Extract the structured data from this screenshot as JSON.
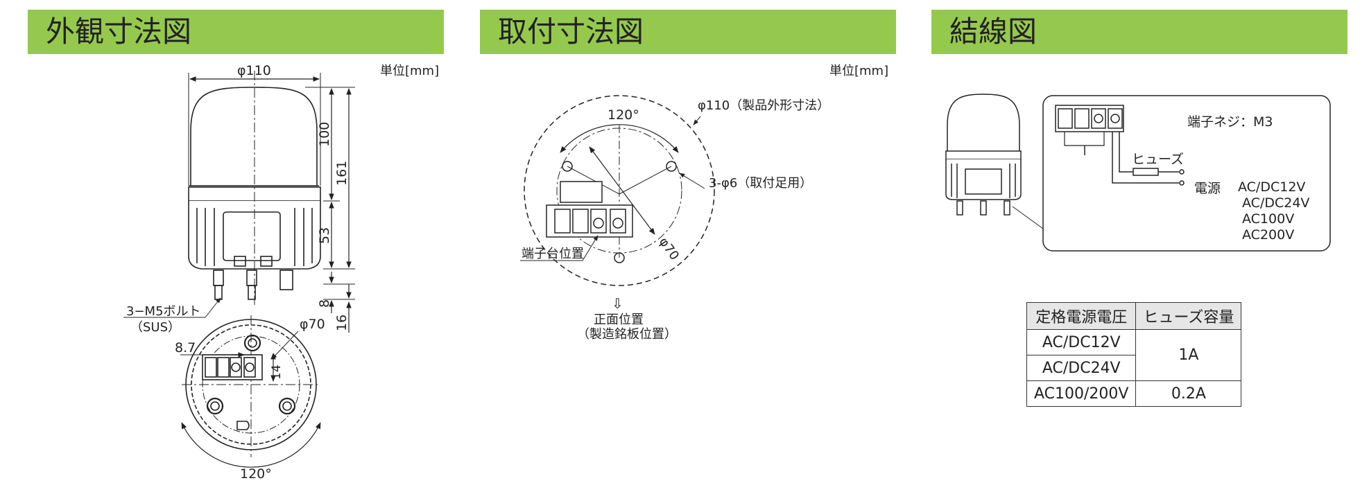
{
  "headers": {
    "external": "外観寸法図",
    "mounting": "取付寸法図",
    "wiring": "結線図"
  },
  "unit_label": "単位[mm]",
  "external_dims": {
    "phi110": "φ110",
    "d100": "100",
    "d161": "161",
    "d53": "53",
    "d8": "8",
    "d16": "16",
    "bolt": "3−M5ボルト",
    "sus": "（SUS）",
    "phi70": "φ70",
    "d8_7": "8.7",
    "d14": "14",
    "a120": "120°"
  },
  "mounting_dims": {
    "phi110_outer": "φ110（製品外形寸法）",
    "a120": "120°",
    "holes": "3-φ6（取付足用）",
    "phi70": "φ70",
    "terminal_pos": "端子台位置",
    "front_1": "正面位置",
    "front_2": "（製造銘板位置）",
    "arrow": "⇩"
  },
  "wiring": {
    "screw": "端子ネジ：M3",
    "fuse": "ヒューズ",
    "power": "電源",
    "v1": "AC/DC12V",
    "v2": "AC/DC24V",
    "v3": "AC100V",
    "v4": "AC200V"
  },
  "fuse_table": {
    "headers": [
      "定格電源電圧",
      "ヒューズ容量"
    ],
    "rows": [
      {
        "voltage": "AC/DC12V",
        "capacity": "1A"
      },
      {
        "voltage": "AC/DC24V",
        "capacity": ""
      },
      {
        "voltage": "AC100/200V",
        "capacity": "0.2A"
      }
    ]
  },
  "colors": {
    "header_bg": "#95c94d",
    "line": "#222222"
  }
}
